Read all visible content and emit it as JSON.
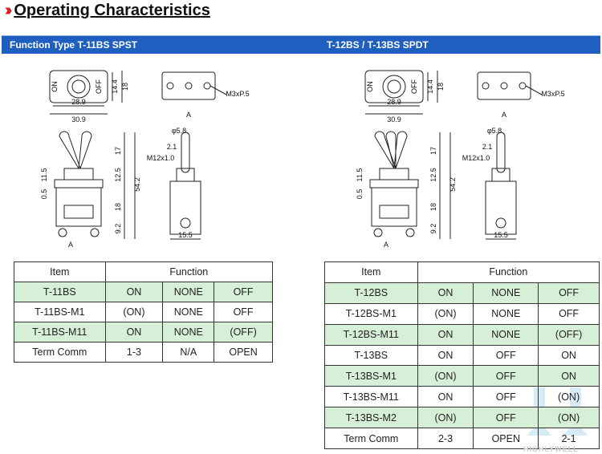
{
  "header": {
    "title": "Operating Characteristics"
  },
  "bar": {
    "left": "Function Type T-11BS SPST",
    "right": "T-12BS / T-13BS SPDT"
  },
  "drawing_labels": {
    "d14_4": "14.4",
    "d18": "18",
    "d28_9": "28.9",
    "d30_9": "30.9",
    "m3": "M3xP.5",
    "a": "A",
    "phi": "φ5.8",
    "d2_1": "2.1",
    "m12": "M12x1.0",
    "d17": "17",
    "d12_5": "12.5",
    "d11_5": "11.5",
    "d0_5": "0.5",
    "d54_2": "54.2",
    "d18b": "18",
    "d9_2": "9.2",
    "d15_5": "15.5",
    "on": "ON",
    "off": "OFF"
  },
  "left_table": {
    "header": {
      "item": "Item",
      "function": "Function"
    },
    "rows": [
      [
        "T-11BS",
        "ON",
        "NONE",
        "OFF"
      ],
      [
        "T-11BS-M1",
        "(ON)",
        "NONE",
        "OFF"
      ],
      [
        "T-11BS-M11",
        "ON",
        "NONE",
        "(OFF)"
      ],
      [
        "Term Comm",
        "1-3",
        "N/A",
        "OPEN"
      ]
    ],
    "green": [
      0,
      2
    ]
  },
  "right_table": {
    "header": {
      "item": "Item",
      "function": "Function"
    },
    "rows": [
      [
        "T-12BS",
        "ON",
        "NONE",
        "OFF"
      ],
      [
        "T-12BS-M1",
        "(ON)",
        "NONE",
        "OFF"
      ],
      [
        "T-12BS-M11",
        "ON",
        "NONE",
        "(OFF)"
      ],
      [
        "T-13BS",
        "ON",
        "OFF",
        "ON"
      ],
      [
        "T-13BS-M1",
        "(ON)",
        "OFF",
        "ON"
      ],
      [
        "T-13BS-M11",
        "ON",
        "OFF",
        "(ON)"
      ],
      [
        "T-13BS-M2",
        "(ON)",
        "OFF",
        "(ON)"
      ],
      [
        "Term Comm",
        "2-3",
        "OPEN",
        "2-1"
      ]
    ],
    "green": [
      0,
      2,
      4,
      6
    ]
  },
  "watermark": {
    "text": "HIGHLYWELL"
  }
}
